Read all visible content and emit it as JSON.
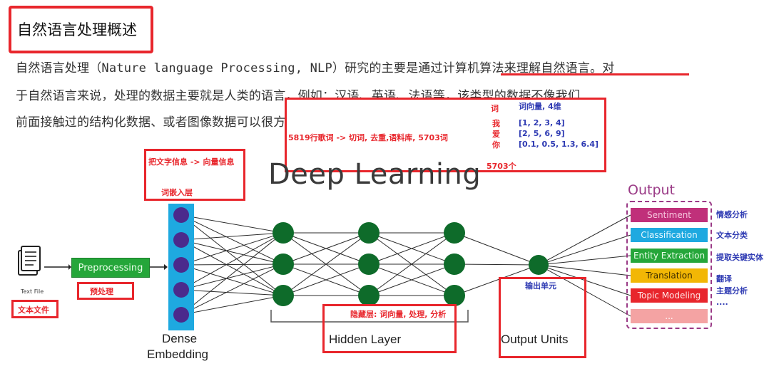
{
  "page": {
    "title": "自然语言处理概述",
    "paragraph_lines": [
      "自然语言处理（Nature language Processing, NLP）研究的主要是通过计算机算法来理解自然语言。对",
      "于自然语言来说，处理的数据主要就是人类的语言，例如：汉语、英语、法语等，该类型的数据不像我们",
      "前面接触过的结构化数据、或者图像数据可以很方便的进行数值化。"
    ]
  },
  "annotations": {
    "word_label": "词",
    "word_vector_label": "词向量, 4维",
    "lyrics_note": "5819行歌词 -> 切词, 去重,语料库, 5703词",
    "words": [
      "我",
      "爱",
      "你"
    ],
    "vectors": [
      "[1, 2, 3, 4]",
      "[2, 5, 6, 9]",
      "[0.1, 0.5, 1.3, 6.4]"
    ],
    "count_note": "5703个",
    "text_to_vector": "把文字信息 -> 向量信息",
    "embedding_layer": "词嵌入层",
    "preprocess_zh": "预处理",
    "text_file_zh": "文本文件",
    "hidden_zh": "隐藏层: 词向量, 处理, 分析",
    "output_unit_zh": "输出单元"
  },
  "diagram": {
    "title": "Deep Learning",
    "text_file_label": "Text File",
    "preprocessing_label": "Preprocessing",
    "dense_label_line1": "Dense",
    "dense_label_line2": "Embedding",
    "hidden_label": "Hidden Layer",
    "output_units_label": "Output Units",
    "output_title": "Output",
    "outputs": [
      {
        "label": "Sentiment",
        "bg": "#c0307a",
        "fg": "#f7c6de",
        "zh": "情感分析"
      },
      {
        "label": "Classification",
        "bg": "#1ea9e0",
        "fg": "#e6f7ff",
        "zh": "文本分类"
      },
      {
        "label": "Entity Extraction",
        "bg": "#25a63a",
        "fg": "#e9ffe9",
        "zh": "提取关键实体"
      },
      {
        "label": "Translation",
        "bg": "#f2b705",
        "fg": "#3a2a00",
        "zh": "翻译"
      },
      {
        "label": "Topic Modeling",
        "bg": "#e8262c",
        "fg": "#ffe3e3",
        "zh": "主题分析"
      },
      {
        "label": "...",
        "bg": "#f4a3a3",
        "fg": "#ffffff",
        "zh": "...."
      }
    ],
    "colors": {
      "embed_node": "#4b2a8c",
      "embed_bar": "#1ea9e0",
      "hidden_node": "#0e6b2a",
      "edge": "#2b2b2b"
    }
  }
}
